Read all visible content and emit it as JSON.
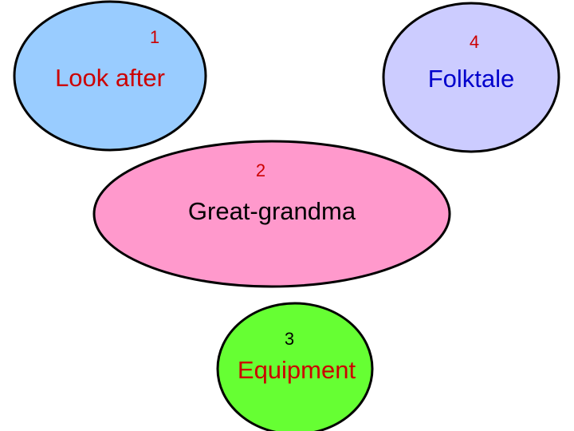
{
  "bubbles": [
    {
      "number": "1",
      "term": "Look after",
      "fill": "#99ccff",
      "number_color": "#cc0000",
      "term_color": "#cc0000"
    },
    {
      "number": "4",
      "term": "Folktale",
      "fill": "#ccccff",
      "number_color": "#cc0000",
      "term_color": "#0000cc"
    },
    {
      "number": "2",
      "term": "Great-grandma",
      "fill": "#ff99cc",
      "number_color": "#cc0000",
      "term_color": "#000000"
    },
    {
      "number": "3",
      "term": "Equipment",
      "fill": "#66ff33",
      "number_color": "#000000",
      "term_color": "#cc0000"
    }
  ]
}
